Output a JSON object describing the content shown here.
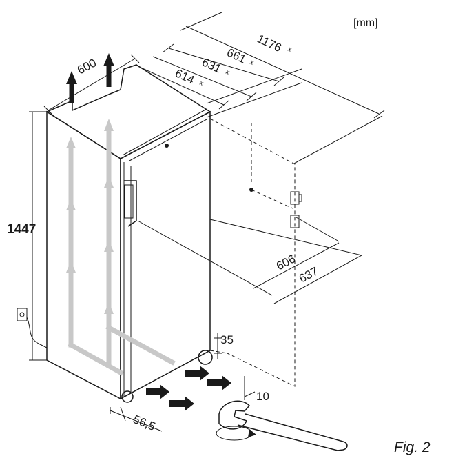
{
  "unit_label": "[mm]",
  "figure_label": "Fig. 2",
  "dimensions": {
    "total_depth": "1176",
    "depth_a": "661",
    "depth_b": "631",
    "depth_c": "614",
    "width": "600",
    "height": "1447",
    "door_width_inner": "606",
    "door_width_outer": "637",
    "foot_height": "35",
    "foot_offset": "56,5",
    "wrench_size": "10"
  },
  "marks": {
    "superscript": "x"
  }
}
